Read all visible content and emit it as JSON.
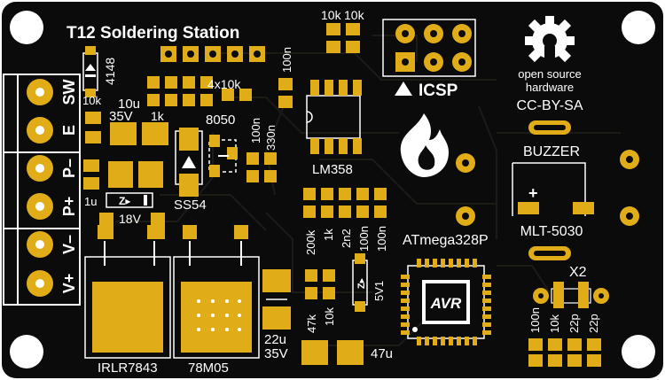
{
  "board": {
    "title": "T12 Soldering Station",
    "colors": {
      "soldermask": "#0b0b0b",
      "copper_trace": "#1c1b16",
      "pad": "#e0ad18",
      "pad_dark": "#c6950e",
      "silkscreen": "#ffffff",
      "background": "#ffffff"
    }
  },
  "connector_labels": [
    "SW",
    "E",
    "P–",
    "P+",
    "V–",
    "V+"
  ],
  "icsp": {
    "label": "ICSP",
    "resistor_top_a": "10k",
    "resistor_top_b": "10k"
  },
  "oshw": {
    "line1": "open source",
    "line2": "hardware",
    "license": "CC-BY-SA",
    "icon": "open-source-hardware-gear-icon"
  },
  "buzzer": {
    "label": "BUZZER",
    "part": "MLT-5030",
    "polarity": "+"
  },
  "crystal": {
    "label": "X2"
  },
  "mcu": {
    "label": "ATmega328P",
    "logo": "AVR"
  },
  "components": {
    "d_4148": "4148",
    "r_10k_sw": "10k",
    "c_10u": "10u",
    "c_35v": "35V",
    "r_1k_top": "1k",
    "r_4x10k": "4x10k",
    "q_8050": "8050",
    "c_100n_top": "100n",
    "c_100n_mid": "100n",
    "r_330n": "330n",
    "opamp": "LM358",
    "c_1u": "1u",
    "zener_18v": "18V",
    "diode_ss54": "SS54",
    "r_200k": "200k",
    "r_1k": "1k",
    "c_2n2": "2n2",
    "c_100n_a": "100n",
    "c_100n_b": "100n",
    "zener_5v1": "5V1",
    "r_47k": "47k",
    "r_10k_bottom": "10k",
    "c_22u": "22u",
    "c_22u_v": "35V",
    "c_47u": "47u",
    "mosfet": "IRLR7843",
    "regulator": "78M05",
    "x_100n": "100n",
    "x_10k": "10k",
    "x_22p_a": "22p",
    "x_22p_b": "22p",
    "flame_icon": "flame-icon"
  }
}
